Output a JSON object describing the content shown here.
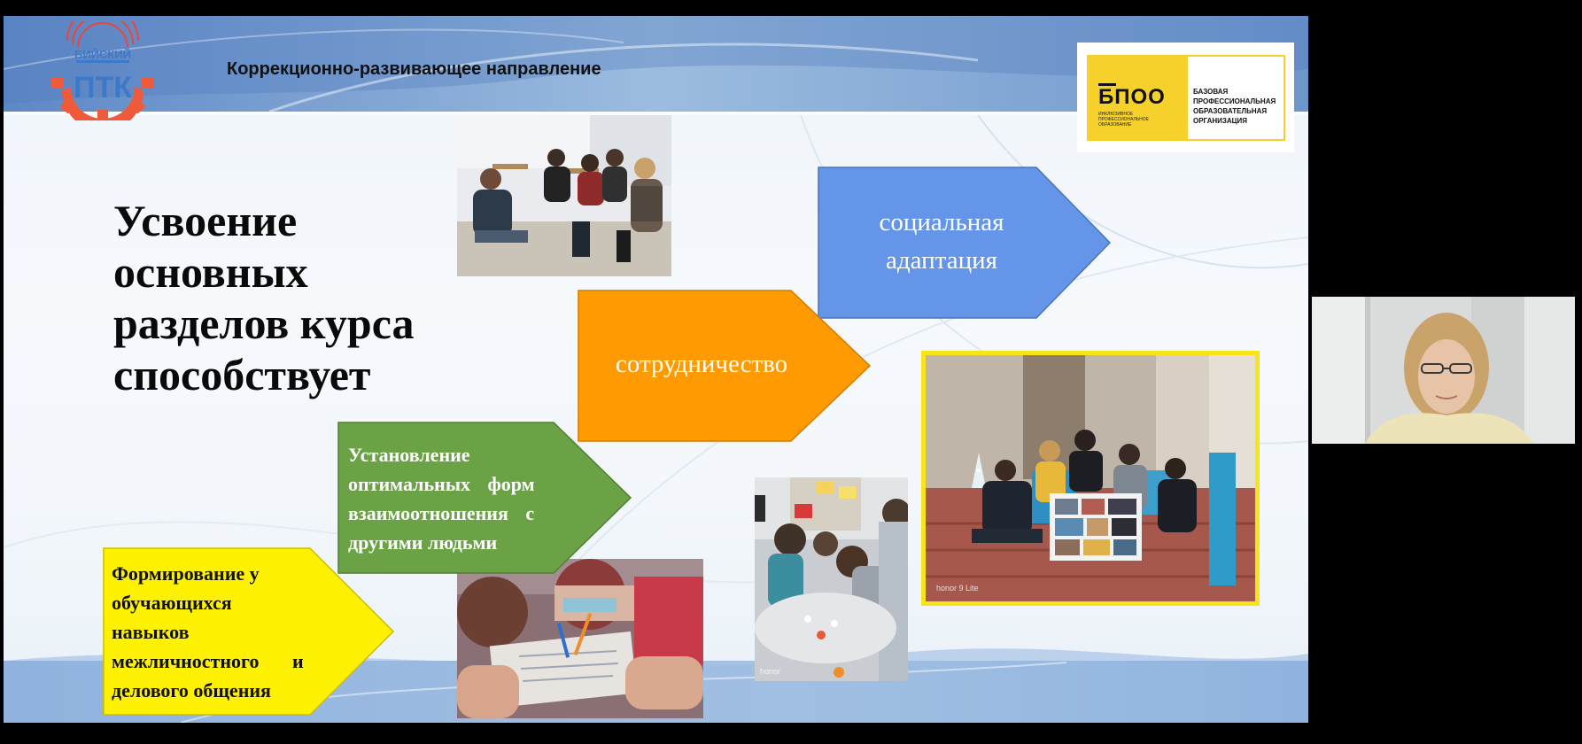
{
  "slide": {
    "header_title": "Коррекционно-развивающее направление",
    "logo_left": {
      "top_text": "БИЙСКИЙ",
      "letters": "ПТК"
    },
    "logo_right": {
      "abbr": "БПОО",
      "small_text": "ИНКЛЮЗИВНОЕ ПРОФЕССИОНАЛЬНОЕ ОБРАЗОВАНИЕ",
      "right_text": "БАЗОВАЯ ПРОФЕССИОНАЛЬНАЯ ОБРАЗОВАТЕЛЬНАЯ ОРГАНИЗАЦИЯ"
    },
    "main_title": "Усвоение основных разделов курса способствует",
    "arrows": {
      "yellow": {
        "line1": "Формирование у",
        "line2": "обучающихся",
        "line3": "навыков",
        "line4": "межличностного и",
        "line5": "делового общения",
        "color": "#fff200"
      },
      "green": {
        "line1": "Установление",
        "line2": "оптимальных форм",
        "line3": "взаимоотношения с",
        "line4": "другими людьми",
        "color": "#6aa245"
      },
      "orange": {
        "label": "сотрудничество",
        "color": "#ff9a00"
      },
      "blue": {
        "line1": "социальная",
        "line2": "адаптация",
        "color": "#6495e8"
      }
    },
    "photo_tags": {
      "center": "honor",
      "right": "honor 9 Lite"
    }
  },
  "webcam": {
    "participant": "presenter"
  }
}
